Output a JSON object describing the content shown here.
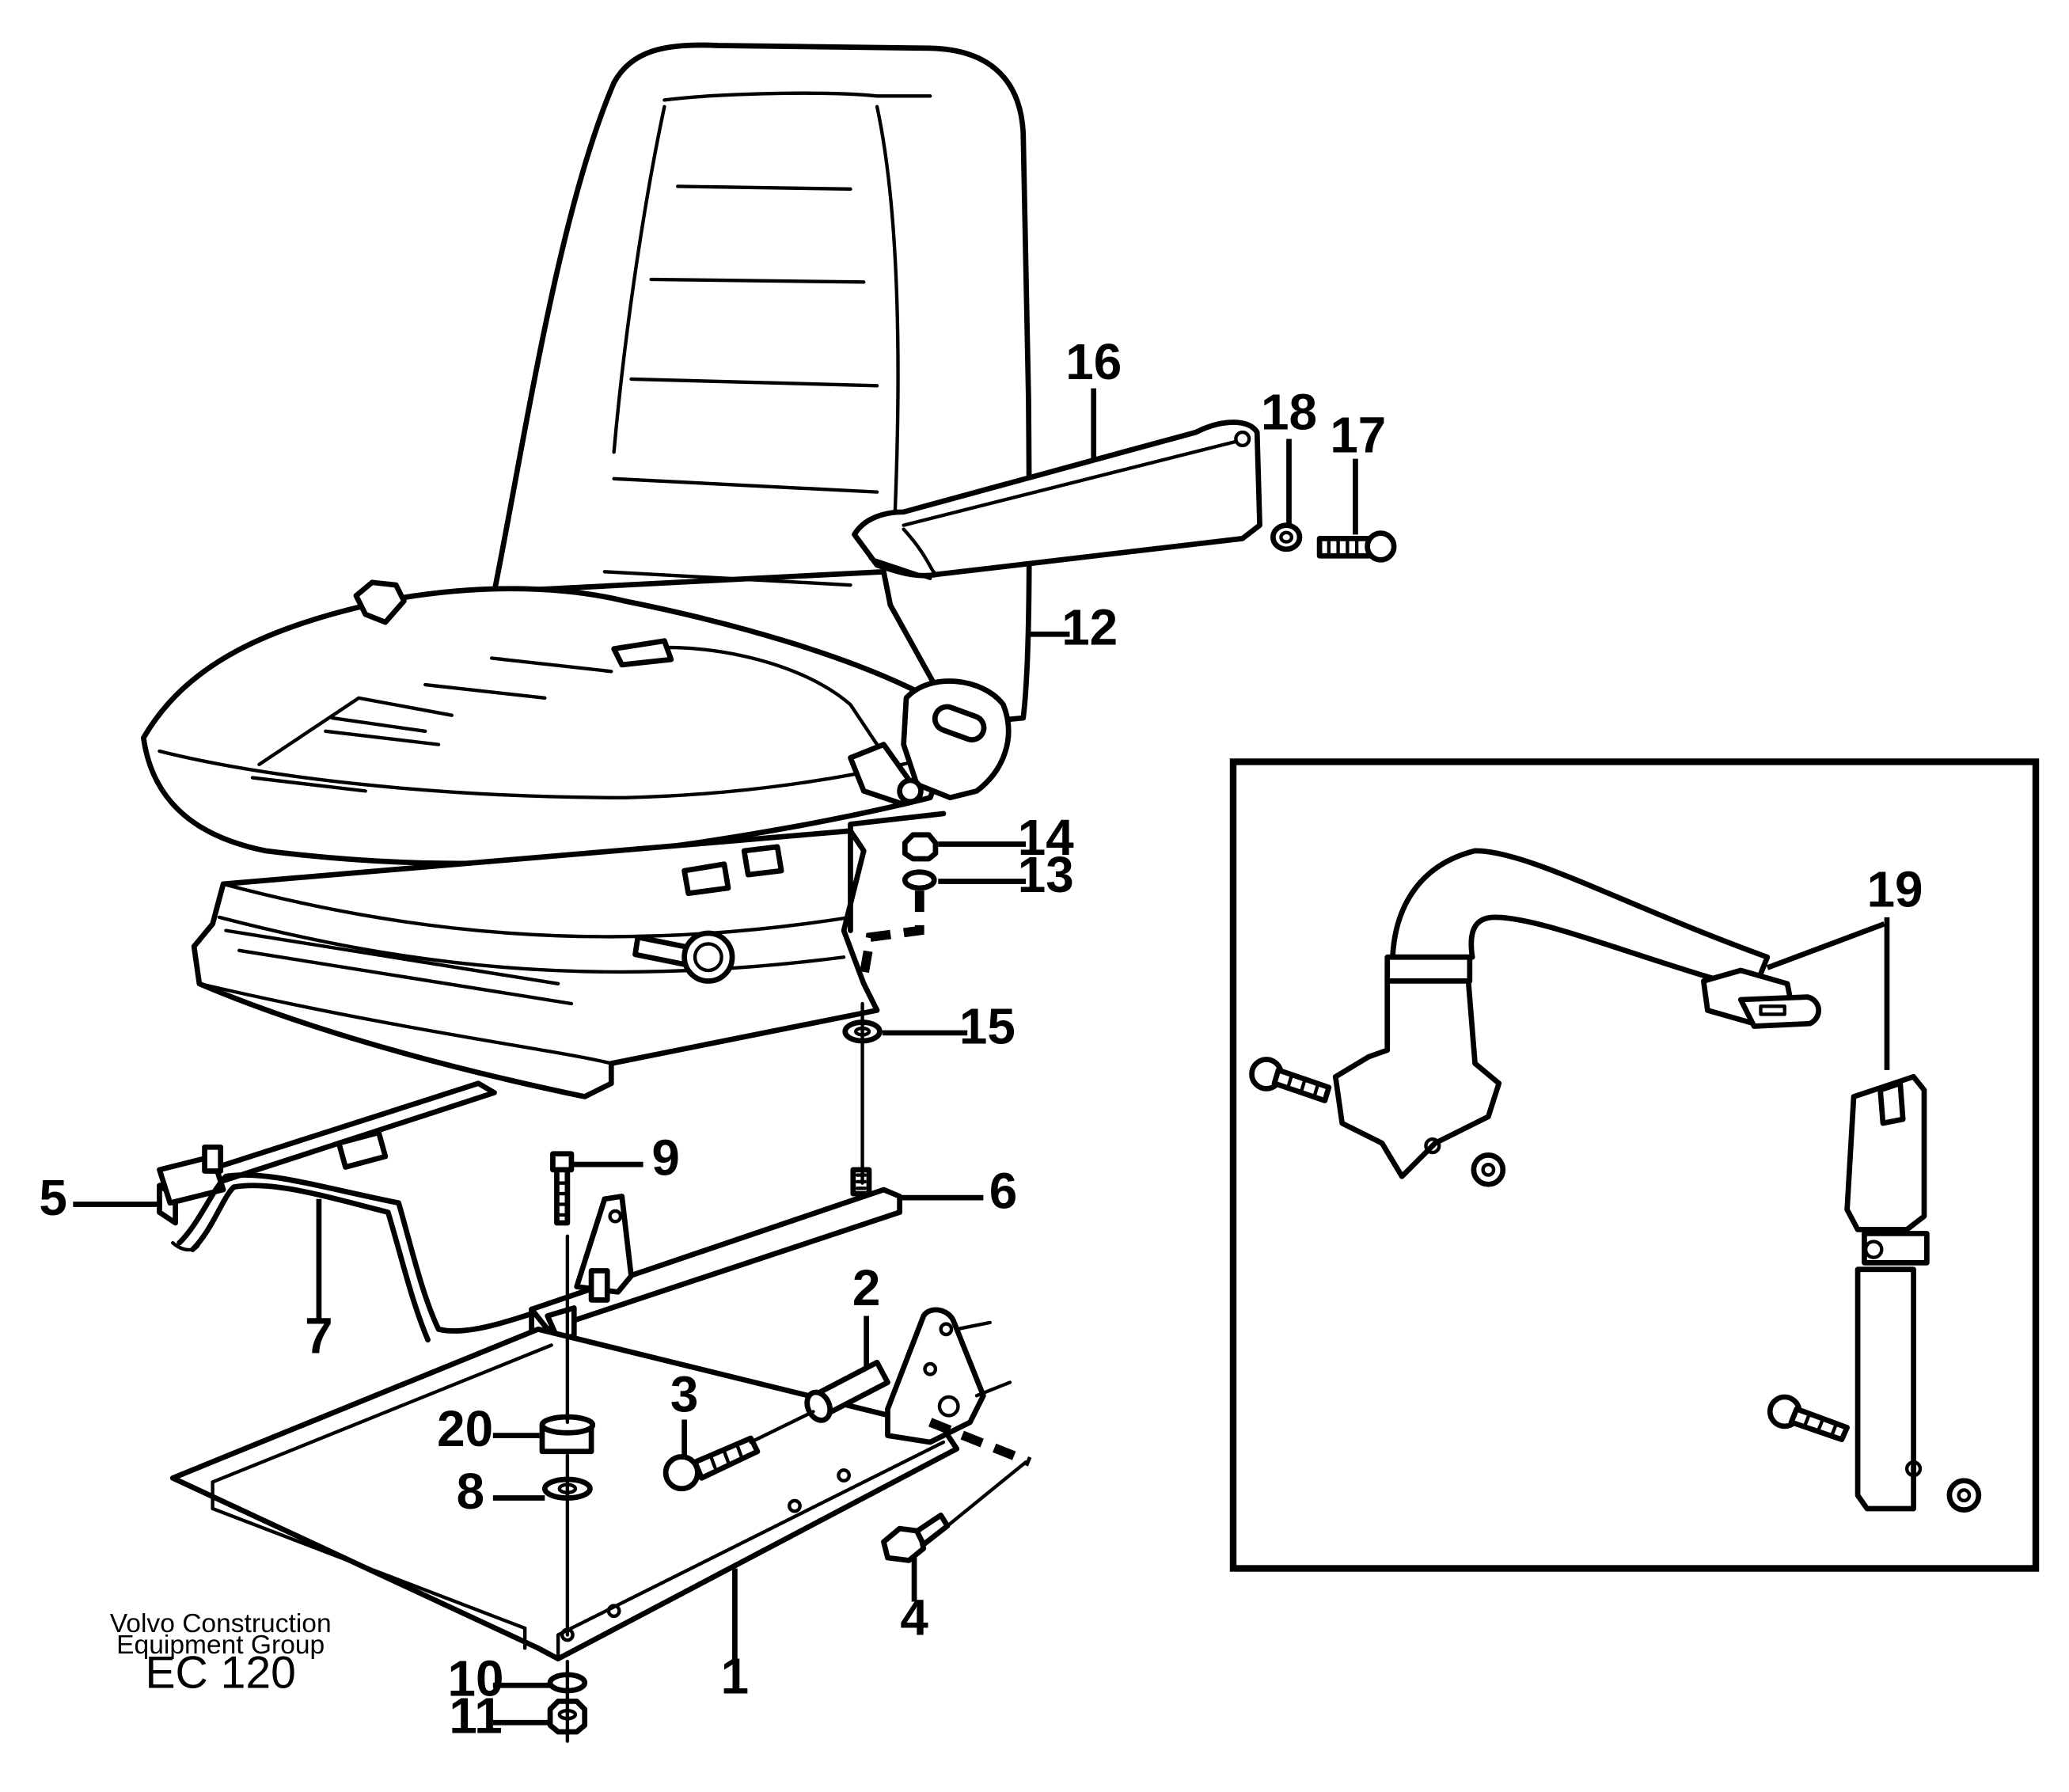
{
  "callouts": {
    "n1": "1",
    "n2": "2",
    "n3": "3",
    "n4": "4",
    "n5": "5",
    "n6": "6",
    "n7": "7",
    "n8": "8",
    "n9": "9",
    "n10": "10",
    "n11": "11",
    "n12": "12",
    "n13": "13",
    "n14": "14",
    "n15": "15",
    "n16": "16",
    "n17": "17",
    "n18": "18",
    "n19": "19",
    "n20": "20"
  },
  "caption": {
    "line1": "Volvo Construction",
    "line2": "Equipment Group",
    "code": "EC 120"
  }
}
